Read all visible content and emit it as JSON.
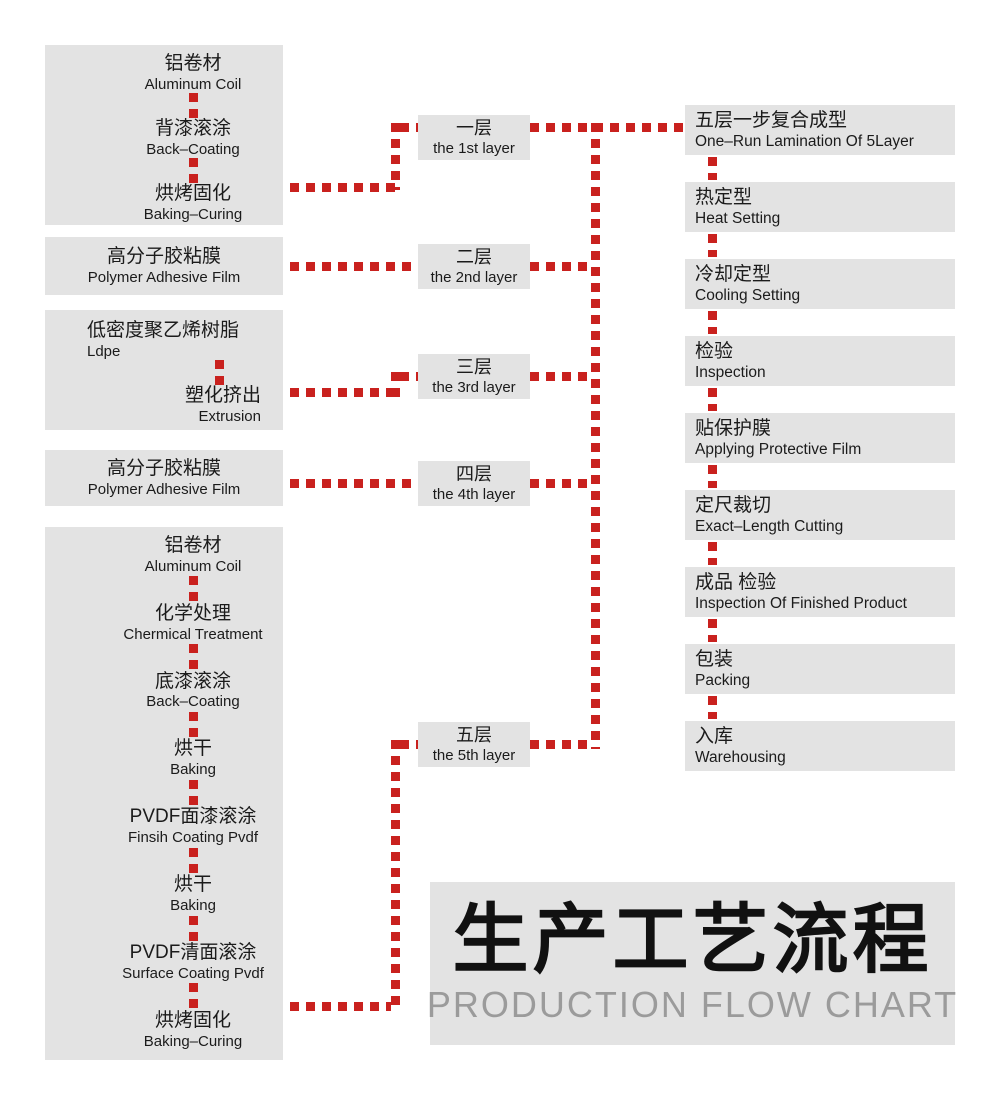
{
  "colors": {
    "box_bg": "#e3e3e3",
    "connector_red": "#c9211e",
    "text": "#1b1b1b",
    "title_en_gray": "#9b9b9b"
  },
  "left_column": {
    "group1": {
      "steps": [
        {
          "zh": "铝卷材",
          "en": "Aluminum Coil"
        },
        {
          "zh": "背漆滚涂",
          "en": "Back–Coating"
        },
        {
          "zh": "烘烤固化",
          "en": "Baking–Curing"
        }
      ]
    },
    "group2": {
      "steps": [
        {
          "zh": "高分子胶粘膜",
          "en": "Polymer Adhesive Film"
        }
      ]
    },
    "group3": {
      "steps": [
        {
          "zh": "低密度聚乙烯树脂",
          "en": "Ldpe"
        },
        {
          "zh": "塑化挤出",
          "en": "Extrusion"
        }
      ]
    },
    "group4": {
      "steps": [
        {
          "zh": "高分子胶粘膜",
          "en": "Polymer Adhesive Film"
        }
      ]
    },
    "group5": {
      "steps": [
        {
          "zh": "铝卷材",
          "en": "Aluminum Coil"
        },
        {
          "zh": "化学处理",
          "en": "Chermical Treatment"
        },
        {
          "zh": "底漆滚涂",
          "en": "Back–Coating"
        },
        {
          "zh": "烘干",
          "en": "Baking"
        },
        {
          "zh": "PVDF面漆滚涂",
          "en": "Finsih Coating Pvdf"
        },
        {
          "zh": "烘干",
          "en": "Baking"
        },
        {
          "zh": "PVDF清面滚涂",
          "en": "Surface Coating Pvdf"
        },
        {
          "zh": "烘烤固化",
          "en": "Baking–Curing"
        }
      ]
    }
  },
  "layers": [
    {
      "zh": "一层",
      "en": "the 1st layer"
    },
    {
      "zh": "二层",
      "en": "the 2nd layer"
    },
    {
      "zh": "三层",
      "en": "the 3rd layer"
    },
    {
      "zh": "四层",
      "en": "the 4th layer"
    },
    {
      "zh": "五层",
      "en": "the 5th layer"
    }
  ],
  "right_column": [
    {
      "zh": "五层一步复合成型",
      "en": "One–Run Lamination Of 5Layer"
    },
    {
      "zh": "热定型",
      "en": "Heat Setting"
    },
    {
      "zh": "冷却定型",
      "en": "Cooling Setting"
    },
    {
      "zh": "检验",
      "en": "Inspection"
    },
    {
      "zh": "贴保护膜",
      "en": "Applying Protective Film"
    },
    {
      "zh": "定尺裁切",
      "en": "Exact–Length Cutting"
    },
    {
      "zh": "成品 检验",
      "en": "Inspection Of Finished Product"
    },
    {
      "zh": "包装",
      "en": "Packing"
    },
    {
      "zh": "入库",
      "en": "Warehousing"
    }
  ],
  "title": {
    "zh": "生产工艺流程",
    "en": "PRODUCTION FLOW CHART"
  }
}
